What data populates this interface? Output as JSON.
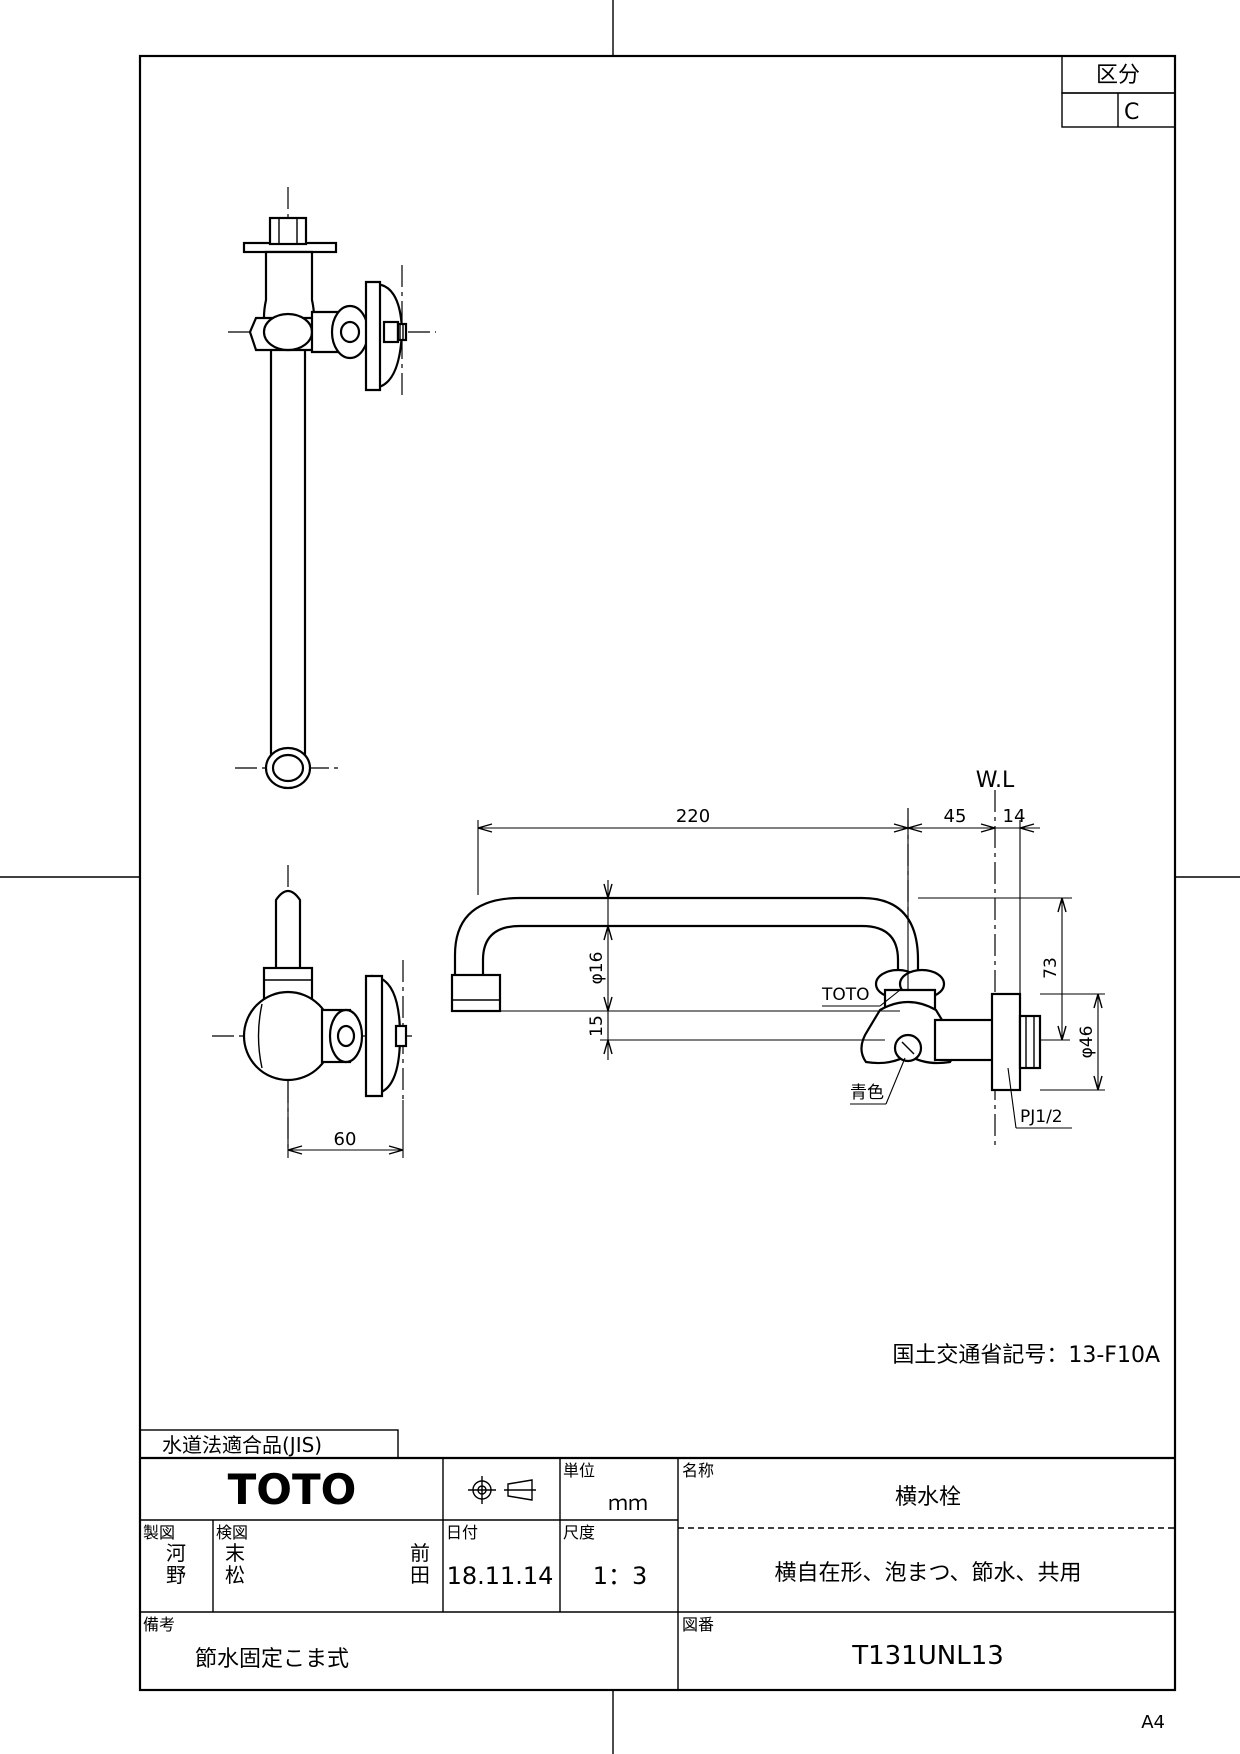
{
  "classification": {
    "label": "区分",
    "value": "C"
  },
  "dimensions": {
    "d220": "220",
    "d45": "45",
    "d14": "14",
    "d73": "73",
    "phi16": "φ16",
    "d15": "15",
    "phi46": "φ46",
    "d60": "60"
  },
  "annotations": {
    "water_level": "W.L",
    "toto_mark": "TOTO",
    "blue_color": "青色",
    "pipe_thread": "PJ1/2"
  },
  "certification_no": "国土交通省記号：13-F10A",
  "jis_label": "水道法適合品(JIS)",
  "title_block": {
    "logo": "TOTO",
    "unit_label": "単位",
    "unit_value": "ｍｍ",
    "name_label": "名称",
    "name_value": "横水栓",
    "description": "横自在形、泡まつ、節水、共用",
    "drawn_label": "製図",
    "drawn_by": "河野",
    "checked_label": "検図",
    "checked_by_1": "末松",
    "checked_by_2": "前田",
    "date_label": "日付",
    "date_value": "18.11.14",
    "scale_label": "尺度",
    "scale_value": "1：3",
    "remarks_label": "備考",
    "remarks_value": "節水固定こま式",
    "drawing_no_label": "図番",
    "drawing_no_value": "T131UNL13"
  },
  "paper_size": "A4"
}
